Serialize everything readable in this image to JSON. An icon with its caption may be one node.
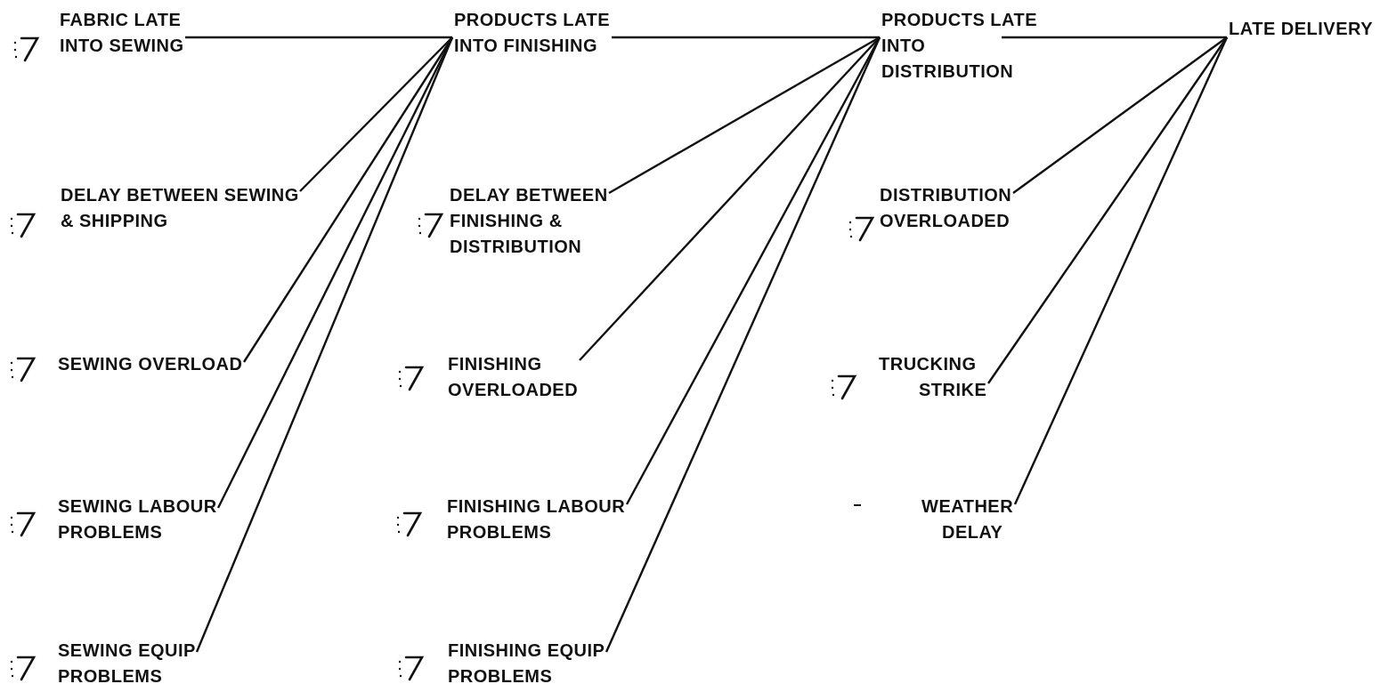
{
  "diagram": {
    "nodes": [
      {
        "text": [
          "FABRIC LATE INTO SEWING"
        ]
      },
      {
        "text": [
          "PRODUCTS LATE INTO FINISHING"
        ]
      },
      {
        "text": [
          "PRODUCTS LATE INTO DISTRIBUTION"
        ]
      },
      {
        "text": [
          "LATE DELIVERY"
        ]
      },
      {
        "text": [
          "DELAY BETWEEN SEWING & SHIPPING"
        ]
      },
      {
        "text": [
          "SEWING OVERLOAD"
        ]
      },
      {
        "text": [
          "SEWING LABOUR PROBLEMS"
        ]
      },
      {
        "text": [
          "SEWING EQUIP PROBLEMS"
        ]
      },
      {
        "text": [
          "DELAY BETWEEN FINISHING & DISTRIBUTION"
        ]
      },
      {
        "text": [
          "FINISHING OVERLOADED"
        ]
      },
      {
        "text": [
          "FINISHING LABOUR PROBLEMS"
        ]
      },
      {
        "text": [
          "FINISHING EQUIP PROBLEMS"
        ]
      },
      {
        "text": [
          "DISTRIBUTION OVERLOADED"
        ]
      },
      {
        "text": [
          "TRUCKING STRIKE"
        ]
      },
      {
        "text": [
          "WEATHER DELAY"
        ]
      }
    ],
    "edges": [
      {
        "from": 0,
        "to": 1,
        "arrow": "none"
      },
      {
        "from": 4,
        "to": 1,
        "arrow": "none"
      },
      {
        "from": 5,
        "to": 1,
        "arrow": "none"
      },
      {
        "from": 6,
        "to": 1,
        "arrow": "none"
      },
      {
        "from": 7,
        "to": 1,
        "arrow": "none"
      },
      {
        "from": 1,
        "to": 2,
        "arrow": "none"
      },
      {
        "from": 8,
        "to": 2,
        "arrow": "none"
      },
      {
        "from": 9,
        "to": 2,
        "arrow": "none"
      },
      {
        "from": 10,
        "to": 2,
        "arrow": "none"
      },
      {
        "from": 11,
        "to": 2,
        "arrow": "none"
      },
      {
        "from": 2,
        "to": 3,
        "arrow": "none"
      },
      {
        "from": 12,
        "to": 3,
        "arrow": "none"
      },
      {
        "from": 13,
        "to": 3,
        "arrow": "none"
      },
      {
        "from": 14,
        "to": 3,
        "arrow": "none"
      }
    ]
  }
}
